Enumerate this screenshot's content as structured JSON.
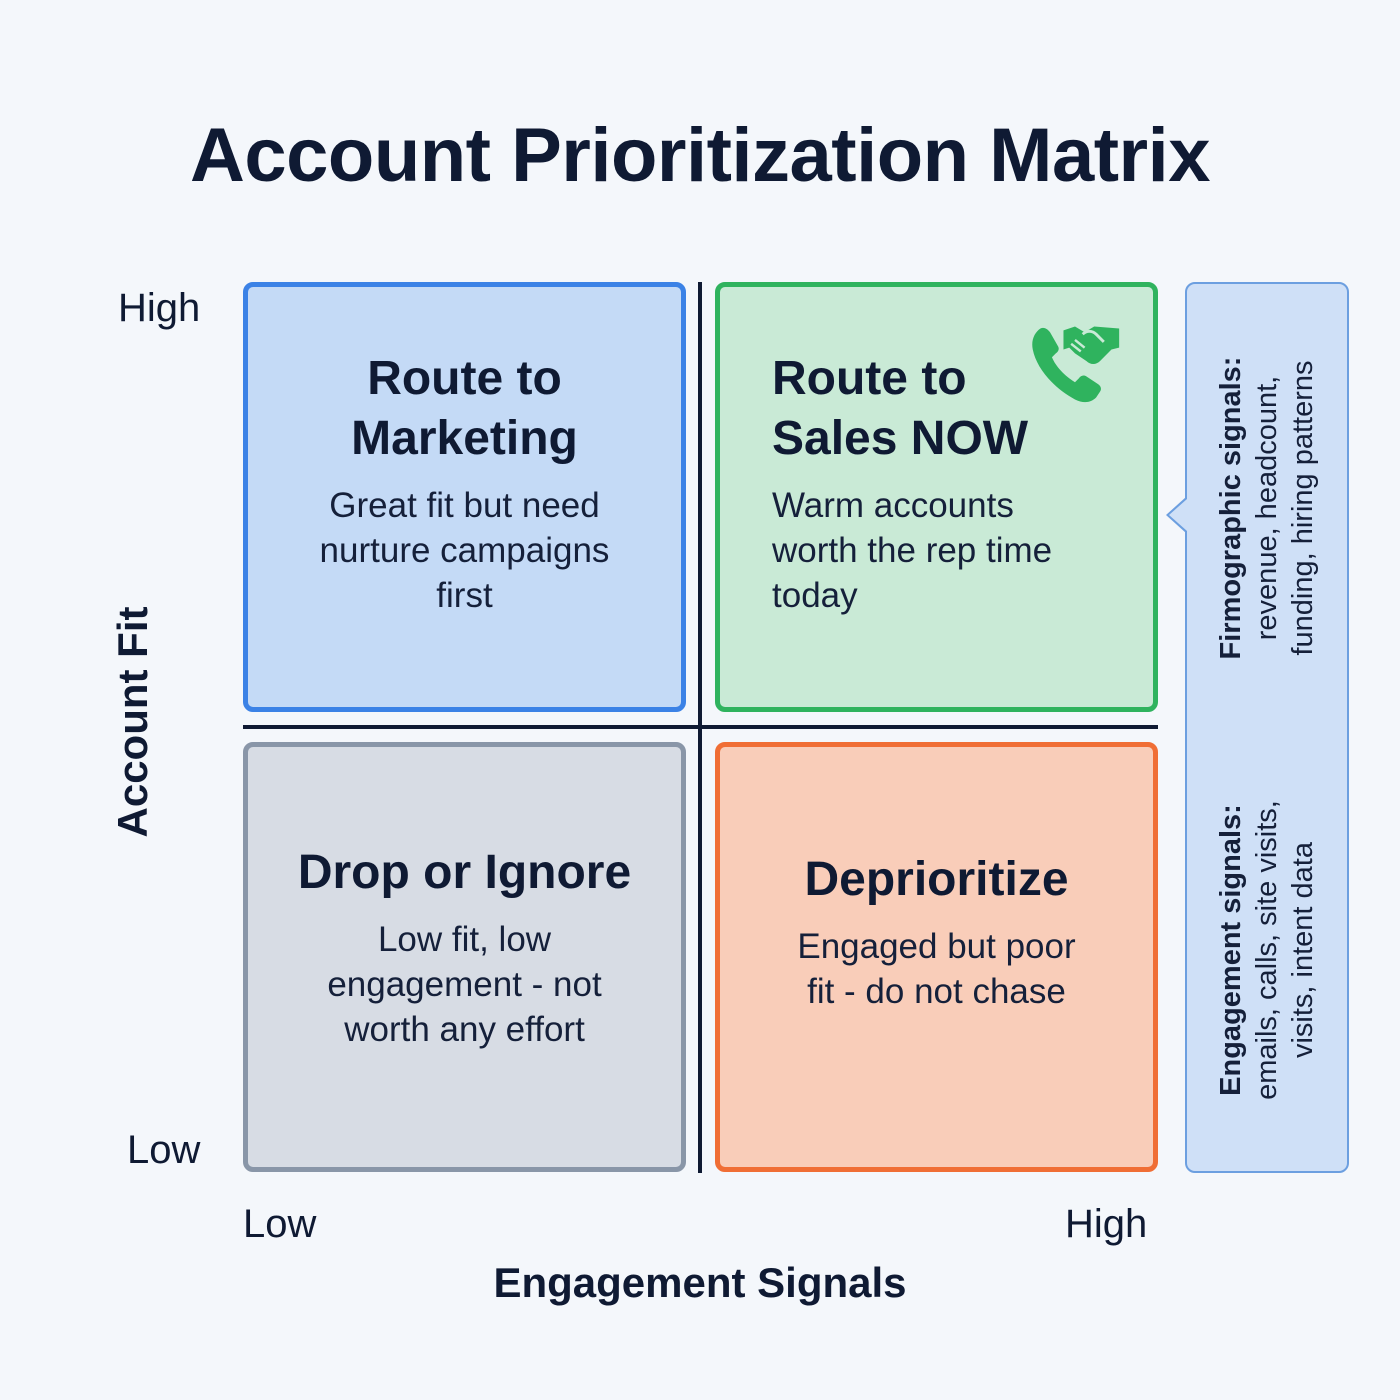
{
  "title": "Account Prioritization Matrix",
  "axes": {
    "y_label": "Account Fit",
    "y_high": "High",
    "y_low": "Low",
    "x_label": "Engagement Signals",
    "x_low": "Low",
    "x_high": "High"
  },
  "quadrants": {
    "top_left": {
      "title_line1": "Route to",
      "title_line2": "Marketing",
      "desc_line1": "Great fit but need",
      "desc_line2": "nurture campaigns",
      "desc_line3": "first",
      "color": "#3b82e6",
      "fill": "#c4daf6"
    },
    "top_right": {
      "title_line1": "Route to",
      "title_line2": "Sales NOW",
      "desc_line1": "Warm accounts",
      "desc_line2": "worth the rep time",
      "desc_line3": "today",
      "icon": "phone-handshake-icon",
      "color": "#2fb35e",
      "fill": "#c9ead6"
    },
    "bottom_left": {
      "title_line1": "Drop or Ignore",
      "desc_line1": "Low fit, low",
      "desc_line2": "engagement - not",
      "desc_line3": "worth any effort",
      "color": "#8996a8",
      "fill": "#d7dce4"
    },
    "bottom_right": {
      "title_line1": "Deprioritize",
      "desc_line1": "Engaged but poor",
      "desc_line2": "fit - do not chase",
      "color": "#f06e35",
      "fill": "#f9cdb9"
    }
  },
  "side_panel": {
    "firmographic": {
      "heading": "Firmographic signals:",
      "line1": "revenue, headcount,",
      "line2": "funding, hiring patterns"
    },
    "engagement": {
      "heading": "Engagement signals:",
      "line1": "emails, calls, site visits,",
      "line2": "visits, intent data"
    },
    "color": "#6c9fe0",
    "fill": "#cfe0f7"
  }
}
